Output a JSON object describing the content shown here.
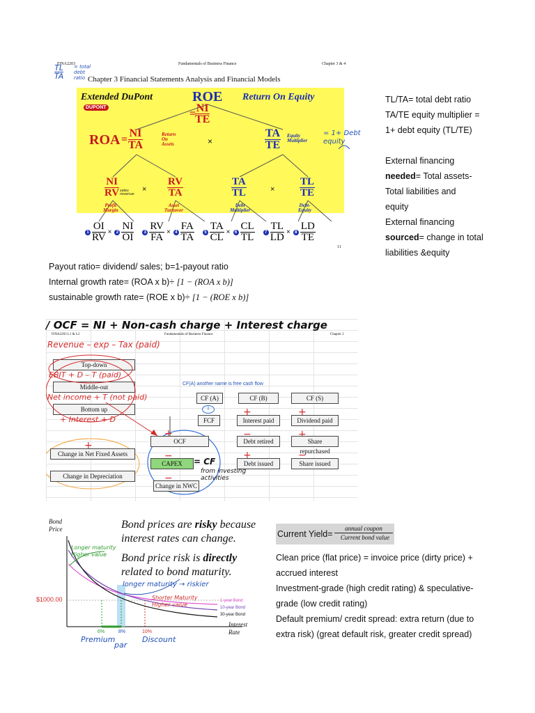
{
  "dupont": {
    "course_code": "FINA2203",
    "course_title": "Fundamentals of Business Finance",
    "chapter_ref": "Chapter 3 & 4",
    "slide_title": "Chapter 3 Financial Statements Analysis and Financial Models",
    "extended": "Extended DuPont",
    "logo": "DUPONT",
    "roe": "ROE",
    "return_on_equity": "Return On Equity",
    "ni": "NI",
    "te": "TE",
    "roa": "ROA",
    "ta": "TA",
    "roa_label_1": "Return",
    "roa_label_2": "On",
    "roa_label_3": "Assets",
    "eq_mult_1": "Equity",
    "eq_mult_2": "Multiplier",
    "times": "×",
    "rv": "RV",
    "tl": "TL",
    "profit_margin_1": "Profit",
    "profit_margin_2": "Margin",
    "asset_turnover_1": "Asset",
    "asset_turnover_2": "Turnover",
    "debt_multiplier_1": "Debt",
    "debt_multiplier_2": "Multiplier",
    "debt_equity_1": "Debt-",
    "debt_equity_2": "Equity",
    "bottom": [
      {
        "n": "OI",
        "d": "RV",
        "num": "1"
      },
      {
        "n": "NI",
        "d": "OI",
        "num": "2"
      },
      {
        "n": "RV",
        "d": "FA",
        "num": "3"
      },
      {
        "n": "FA",
        "d": "TA",
        "num": "4"
      },
      {
        "n": "TA",
        "d": "CL",
        "num": "5"
      },
      {
        "n": "CL",
        "d": "TL",
        "num": "6"
      },
      {
        "n": "TL",
        "d": "LD",
        "num": "7"
      },
      {
        "n": "LD",
        "d": "TE",
        "num": "8"
      }
    ],
    "page_no": "11",
    "hand_tl": "TL",
    "hand_ta": "TA",
    "hand_total_debt": "= total debt ratio",
    "hand_one_plus": "= 1+ Debt equity",
    "hand_sales_revenue": "sales revenue"
  },
  "right_notes": [
    "TL/TA= total debt ratio",
    "TA/TE equity multiplier =",
    "1+ debt equity (TL/TE)",
    "",
    "External financing",
    "needed",
    "= Total assets-",
    "Total liabilities and",
    "equity",
    "External financing",
    "sourced",
    "= change in total",
    "liabilities &equity"
  ],
  "growth": {
    "payout": "Payout ratio= dividend/ sales; b=1-payout ratio",
    "internal_prefix": "Internal growth rate= (ROA x b)÷ ",
    "internal_formula": "[1 − (ROA x b)]",
    "sustainable_prefix": "sustainable growth rate= (ROE x b)÷ ",
    "sustainable_formula": "[1 − (ROE x b)]"
  },
  "ocf": {
    "hand_title": "/ OCF = NI + Non-cash charge + Interest charge",
    "hand_revenue": "Revenue – exp – Tax (paid)",
    "hand_ebit": "EBIT + D – T (paid)",
    "hand_netincome": "Net income + T (not paid)",
    "hand_interest": "+ Interest + D",
    "hand_cf": "= CF",
    "hand_from": "from investing",
    "hand_activities": "activities",
    "course_code": "FINA2203 L1 & L2",
    "course_title": "Fundamentals of Business Finance",
    "chapter": "Chapter 2",
    "top_down": "Top-down",
    "middle_out": "Middle-out",
    "bottom_up": "Bottom up",
    "free_cash_note": "CF(A) another name is free cash flow",
    "cfa": "CF (A)",
    "cfb": "CF (B)",
    "cfs": "CF (S)",
    "fcf": "FCF",
    "interest_paid": "Interest paid",
    "dividend_paid": "Dividend paid",
    "ocf": "OCF",
    "debt_retired": "Debt retired",
    "share_repurchased": "Share repurchased",
    "capex": "CAPEX",
    "debt_issued": "Debt issued",
    "share_issued": "Share issued",
    "change_nfa": "Change in Net Fixed Assets",
    "change_dep": "Change in Depreciation",
    "change_nwc": "Change in NWC"
  },
  "bond": {
    "y_label_1": "Bond",
    "y_label_2": "Price",
    "headline_1a": "Bond prices are ",
    "headline_1b": "risky",
    "headline_1c": " because",
    "headline_2": "interest rates can change.",
    "headline_3a": "Bond price risk is ",
    "headline_3b": "directly",
    "headline_4": "related to bond maturity.",
    "price_1000": "$1000.00",
    "legend": [
      "1-year Bond",
      "10-year Bond",
      "30-year Bond"
    ],
    "x_label_1": "Interest",
    "x_label_2": "Rate",
    "rates": [
      "6%",
      "8%",
      "10%"
    ],
    "hand_longer1": "Longer maturity",
    "hand_higher1": "Higher value",
    "hand_longer2": "longer maturity → riskier",
    "hand_shorter": "Shorter Maturity",
    "hand_higher2": "Higher value",
    "hand_premium": "Premium",
    "hand_par": "par",
    "hand_discount": "Discount"
  },
  "bond_notes": {
    "current_yield_label": "Current Yield=",
    "cy_num": "annual coupon",
    "cy_den": "Current bond value",
    "lines": [
      "Clean price (flat price) = invoice price (dirty price) +",
      "accrued interest",
      "Investment-grade (high credit rating) & speculative-",
      "grade (low credit rating)",
      "Default premium/ credit spread: extra return (due to",
      "extra risk) (great default risk, greater credit spread)"
    ]
  }
}
